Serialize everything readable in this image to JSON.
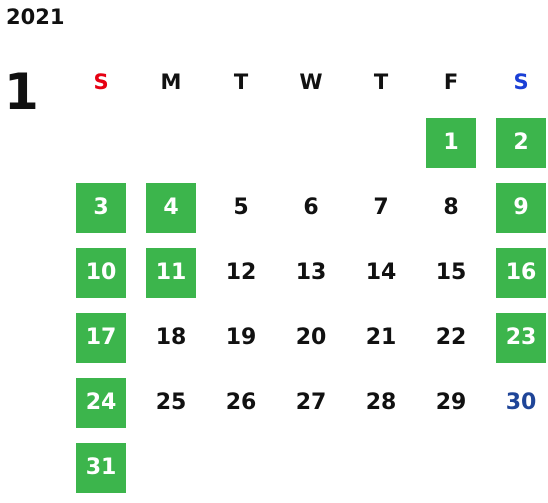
{
  "calendar": {
    "year": "2021",
    "month": "1",
    "weekdays": [
      {
        "label": "S",
        "color": "#e60012"
      },
      {
        "label": "M",
        "color": "#111111"
      },
      {
        "label": "T",
        "color": "#111111"
      },
      {
        "label": "W",
        "color": "#111111"
      },
      {
        "label": "T",
        "color": "#111111"
      },
      {
        "label": "F",
        "color": "#111111"
      },
      {
        "label": "S",
        "color": "#1a3fd6"
      }
    ],
    "weeks": [
      [
        "",
        "",
        "",
        "",
        "",
        "1",
        "2"
      ],
      [
        "3",
        "4",
        "5",
        "6",
        "7",
        "8",
        "9"
      ],
      [
        "10",
        "11",
        "12",
        "13",
        "14",
        "15",
        "16"
      ],
      [
        "17",
        "18",
        "19",
        "20",
        "21",
        "22",
        "23"
      ],
      [
        "24",
        "25",
        "26",
        "27",
        "28",
        "29",
        "30"
      ],
      [
        "31",
        "",
        "",
        "",
        "",
        "",
        ""
      ]
    ],
    "highlighted_days": [
      "1",
      "2",
      "3",
      "4",
      "9",
      "10",
      "11",
      "16",
      "17",
      "23",
      "24",
      "31"
    ],
    "colors": {
      "highlight_bg": "#3cb54c",
      "highlight_text": "#ffffff",
      "default_text": "#111111",
      "special_text": "#1f4598"
    },
    "special_text_days": [
      "30"
    ]
  }
}
